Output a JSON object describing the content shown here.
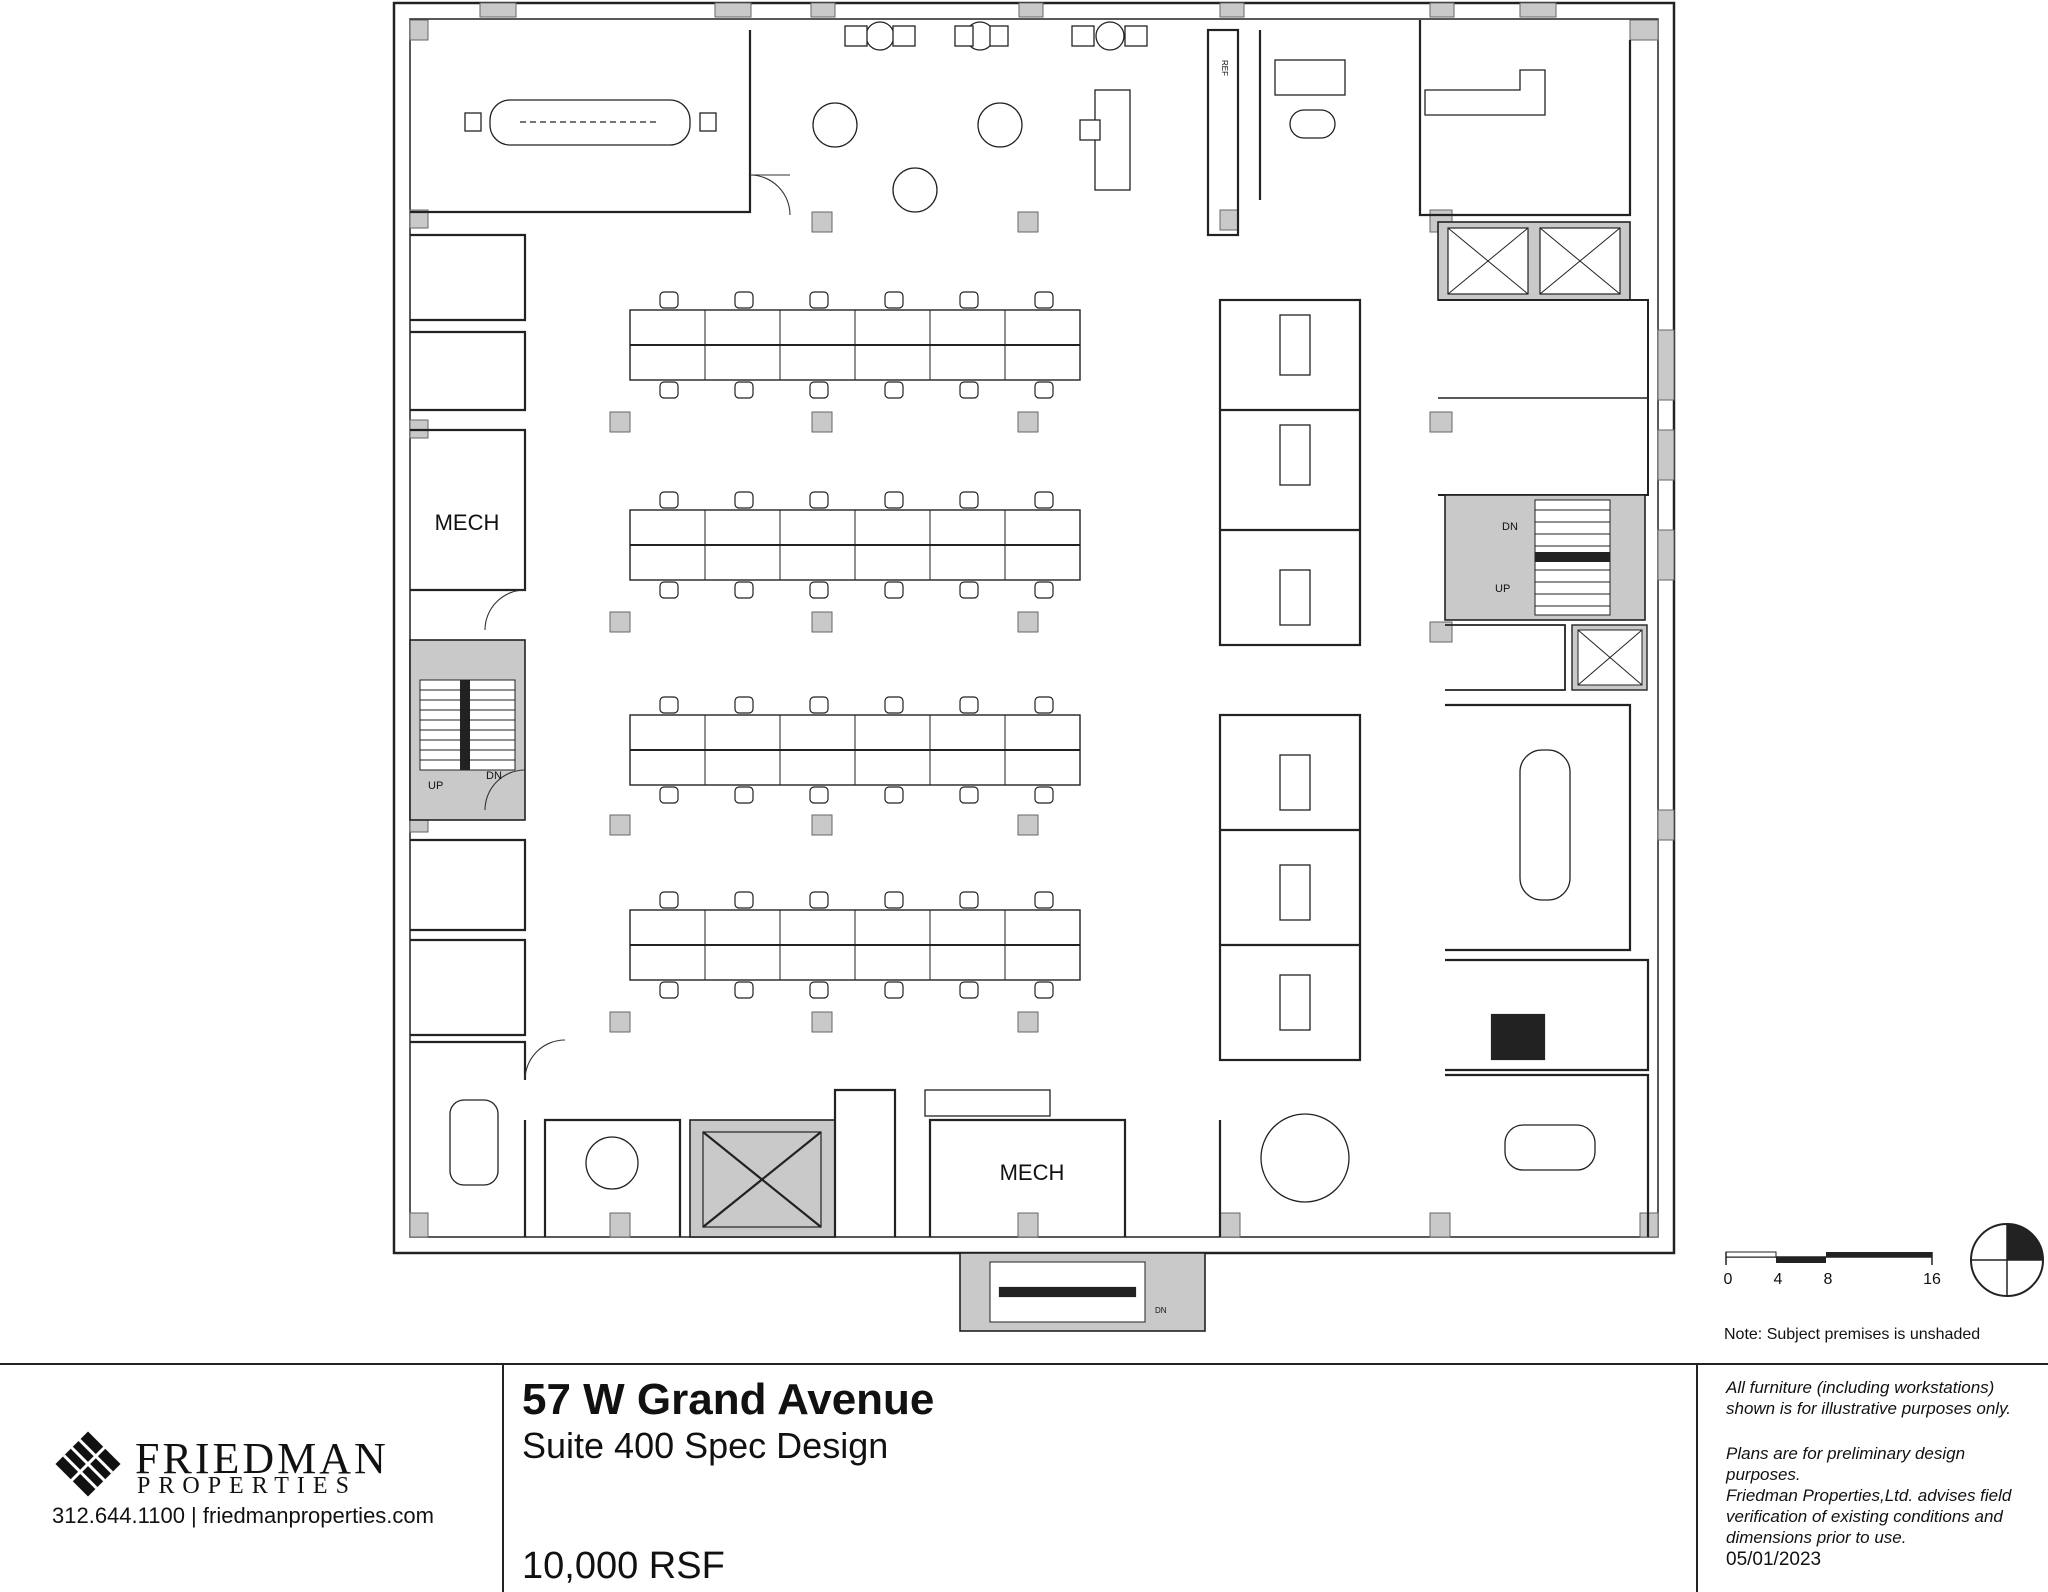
{
  "plan": {
    "room_labels": {
      "mech_west": "MECH",
      "mech_south": "MECH"
    },
    "stair_labels": {
      "west_up": "UP",
      "west_dn": "DN",
      "east_dn": "DN",
      "east_up": "UP",
      "south_dn": "DN"
    },
    "ref_label": "REF"
  },
  "scale": {
    "ticks": [
      "0",
      "4",
      "8",
      "16"
    ]
  },
  "note": "Note: Subject premises is unshaded",
  "title_block": {
    "company_line1": "FRIEDMAN",
    "company_line2": "PROPERTIES",
    "contact": "312.644.1100 | friedmanproperties.com",
    "address": "57 W Grand Avenue",
    "suite": "Suite 400 Spec Design",
    "area": "10,000 RSF",
    "disclaimer1_line1": "All furniture (including workstations)",
    "disclaimer1_line2": "shown is for illustrative purposes only.",
    "disclaimer2_line1": "Plans are for preliminary design purposes.",
    "disclaimer2_line2": "Friedman Properties,Ltd. advises  field",
    "disclaimer2_line3": "verification of existing conditions and",
    "disclaimer2_line4": "dimensions prior to use.",
    "date": "05/01/2023"
  }
}
